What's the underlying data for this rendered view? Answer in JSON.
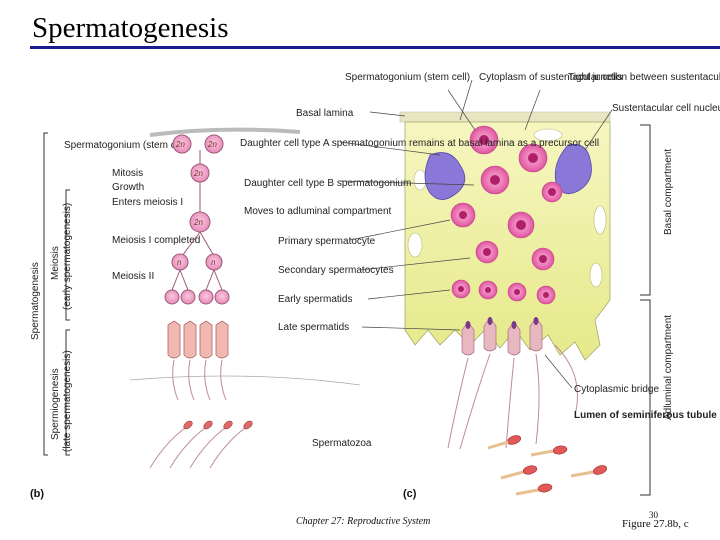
{
  "slide": {
    "title": "Spermatogenesis",
    "footer": "Chapter 27: Reproductive System",
    "page_number": "30",
    "figure_ref": "Figure 27.8b, c"
  },
  "panel_b": {
    "panel_label": "(b)",
    "labels": {
      "spermatogonium": "Spermatogonium (stem cell)",
      "mitosis": "Mitosis",
      "growth": "Growth",
      "enters_meiosis": "Enters meiosis I",
      "meiosis1_completed": "Meiosis I completed",
      "meiosis2": "Meiosis II",
      "daughter_a": "Daughter cell type A spermatogonium remains at basal lamina as a precursor cell",
      "daughter_b": "Daughter cell type B spermatogonium",
      "moves": "Moves to adluminal compartment",
      "primary": "Primary spermatocyte",
      "secondary": "Secondary spermatocytes",
      "early_spermatids": "Early spermatids",
      "late_spermatids": "Late spermatids",
      "spermatozoa": "Spermatozoa"
    },
    "brackets": {
      "spermatogenesis": "Spermatogenesis",
      "meiosis": "Meiosis",
      "meiosis_sub": "(early spermatogenesis)",
      "spermiogenesis": "Spermiogenesis",
      "spermiogenesis_sub": "(late spermatogenesis)"
    },
    "ploidy": {
      "diploid": "2n",
      "haploid": "n"
    }
  },
  "panel_c": {
    "panel_label": "(c)",
    "labels": {
      "spermatogonium": "Spermatogonium (stem cell)",
      "basal_lamina": "Basal lamina",
      "cytoplasm": "Cytoplasm of sustentacular cells",
      "tight_junction": "Tight junction between sustentacular cells",
      "nucleus": "Sustentacular cell nucleus",
      "cyto_bridge": "Cytoplasmic bridge",
      "lumen": "Lumen of seminiferous tubule"
    },
    "compartments": {
      "basal": "Basal compartment",
      "adluminal": "Adluminal compartment"
    }
  },
  "colors": {
    "title_rule": "#1a1a8c",
    "tissue": "#eef0a0",
    "cell_pink": "#e85aa8",
    "cell_nucleus": "#b01f6a",
    "nucleus_purple": "#8a78d8",
    "cell_tan": "#e8b8a8"
  }
}
